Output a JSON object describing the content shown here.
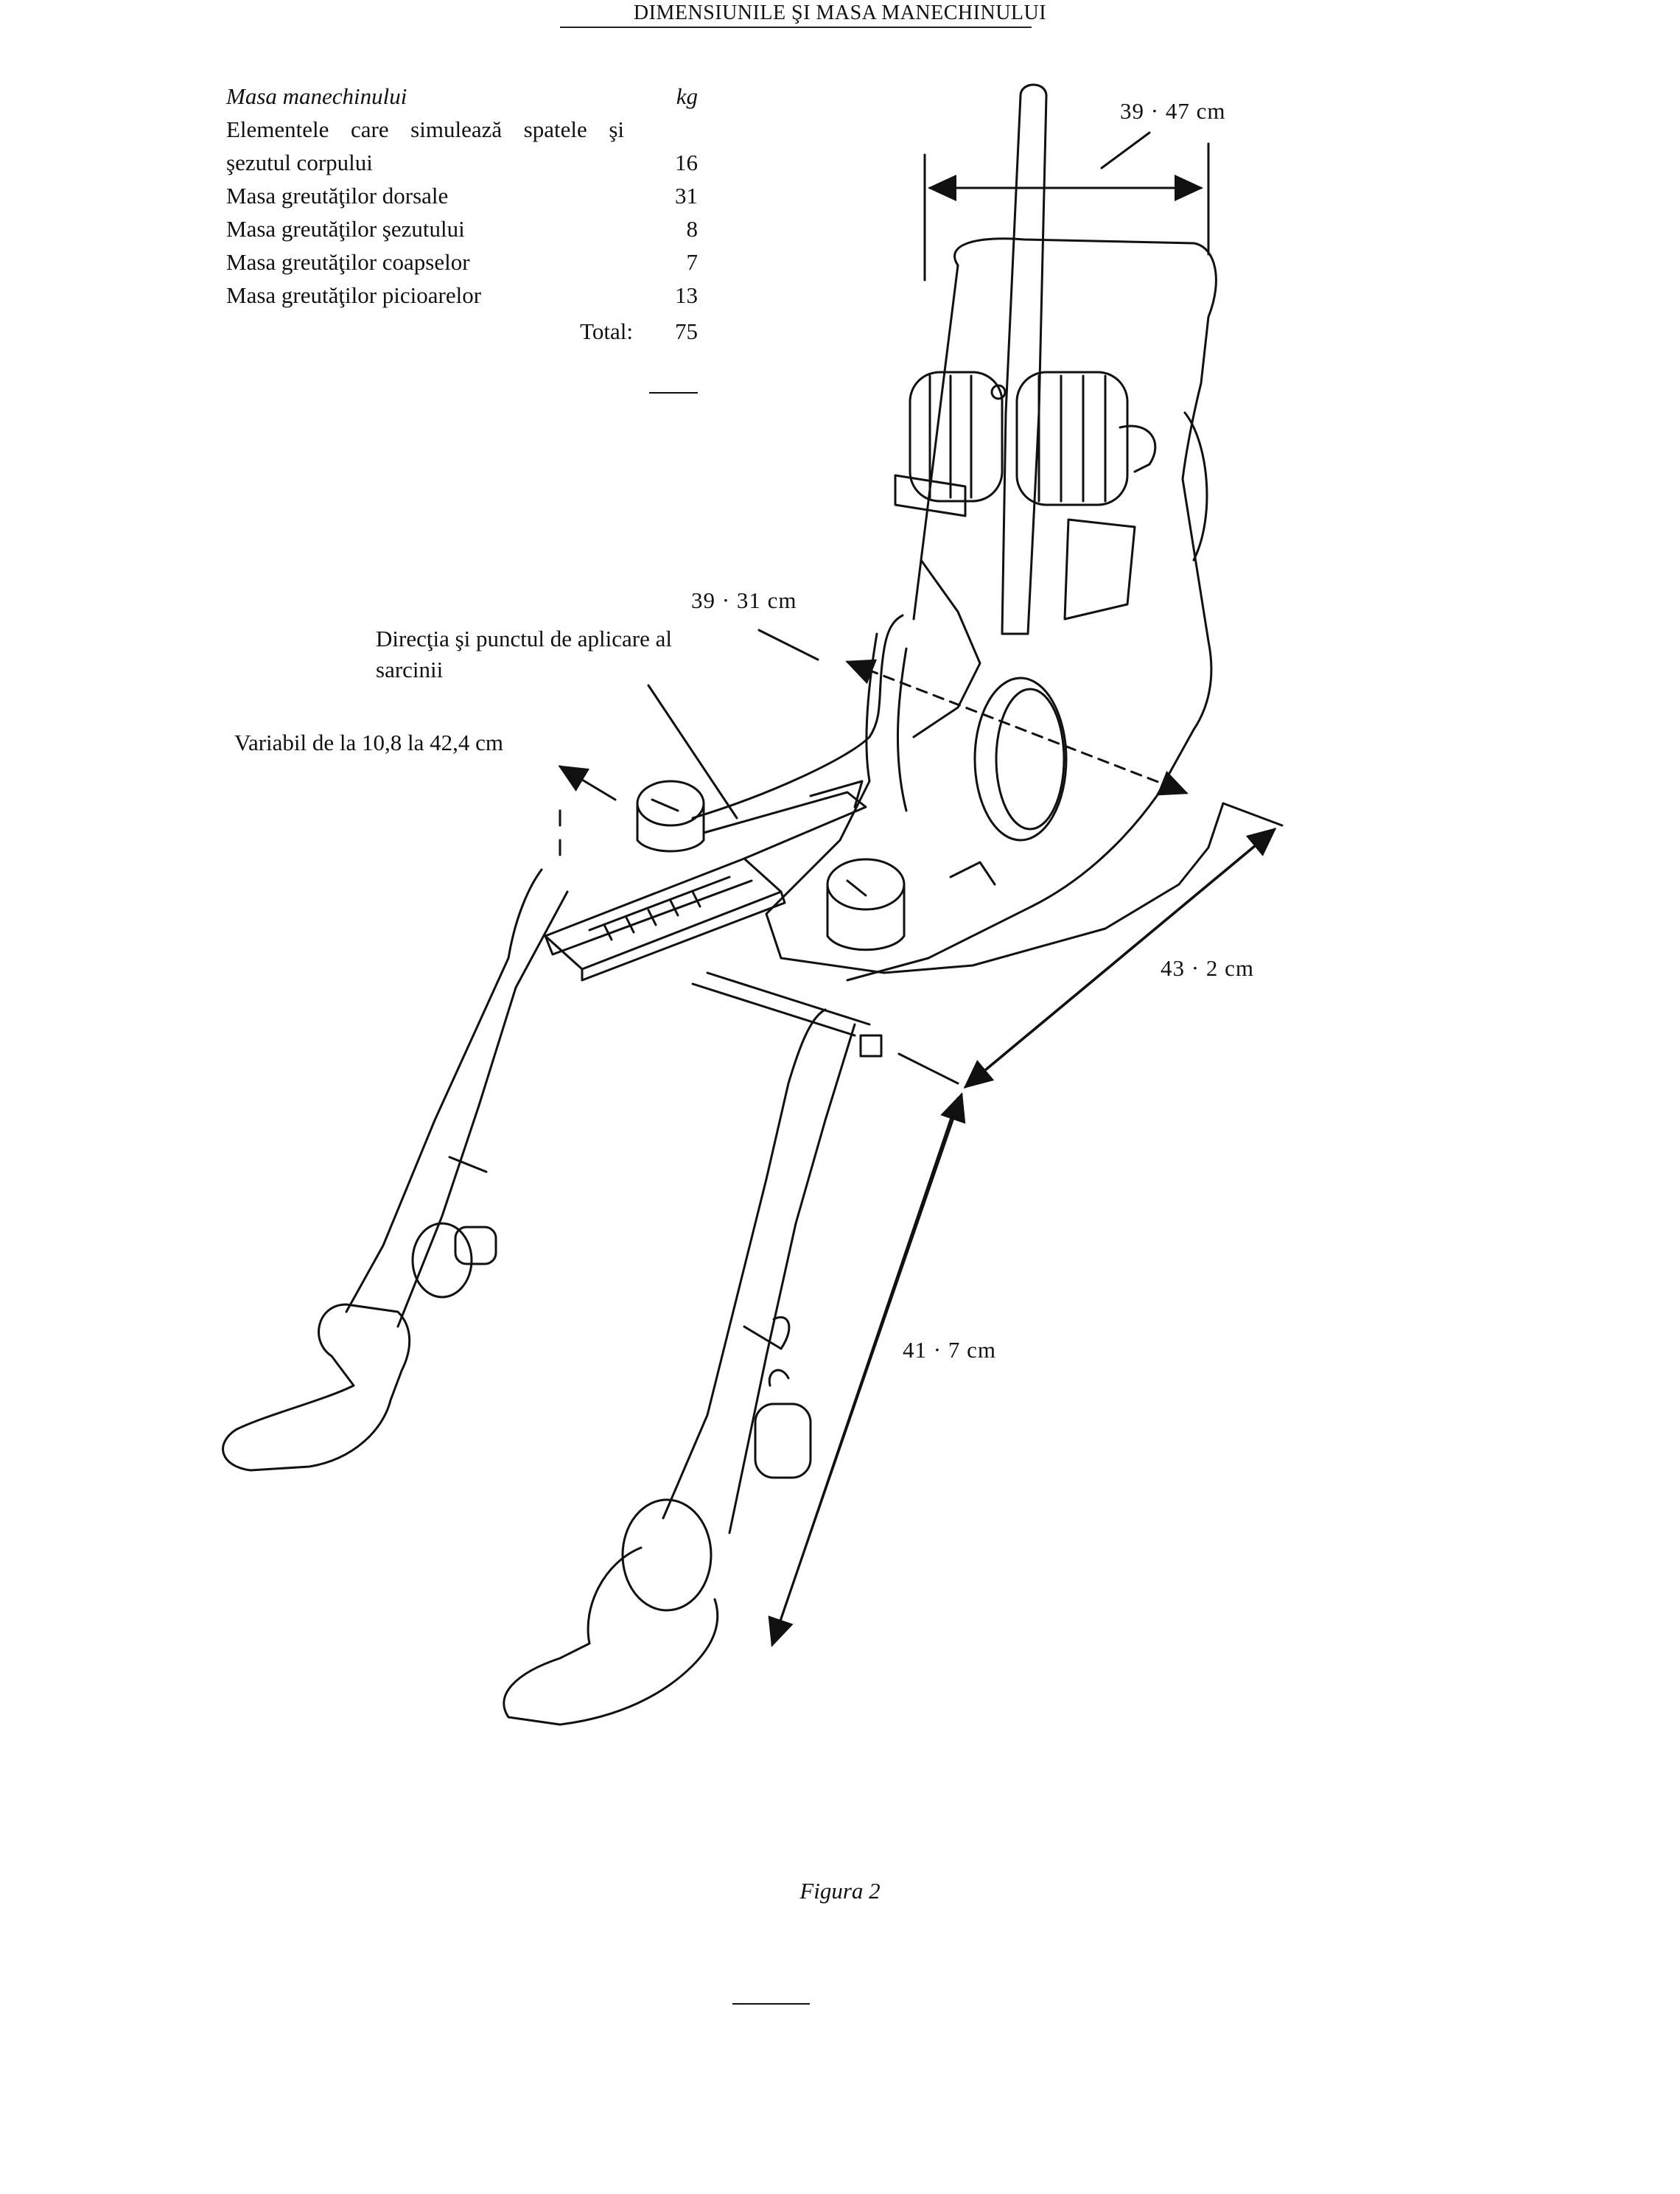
{
  "header": {
    "title": "DIMENSIUNILE ŞI MASA MANECHINULUI"
  },
  "mass_table": {
    "heading_label": "Masa manechinului",
    "heading_unit": "kg",
    "rows": [
      {
        "label_line1": "Elementele care simulează spatele şi",
        "label_line2": "şezutul corpului",
        "value": "16"
      },
      {
        "label": "Masa greutăţilor dorsale",
        "value": "31"
      },
      {
        "label": "Masa greutăţilor şezutului",
        "value": "8"
      },
      {
        "label": "Masa greutăţilor coapselor",
        "value": "7"
      },
      {
        "label": "Masa greutăţilor picioarelor",
        "value": "13"
      }
    ],
    "total_label": "Total:",
    "total_value": "75"
  },
  "annotations": {
    "load_direction_line1": "Direcţia şi punctul de aplicare al",
    "load_direction_line2": "sarcinii",
    "variable_range": "Variabil de la 10,8 la 42,4 cm"
  },
  "dimensions": {
    "back_width": "39 · 47 cm",
    "seat_depth": "39 · 31 cm",
    "seat_width": "43 · 2 cm",
    "leg_length": "41 · 7 cm"
  },
  "figure": {
    "caption": "Figura 2"
  }
}
